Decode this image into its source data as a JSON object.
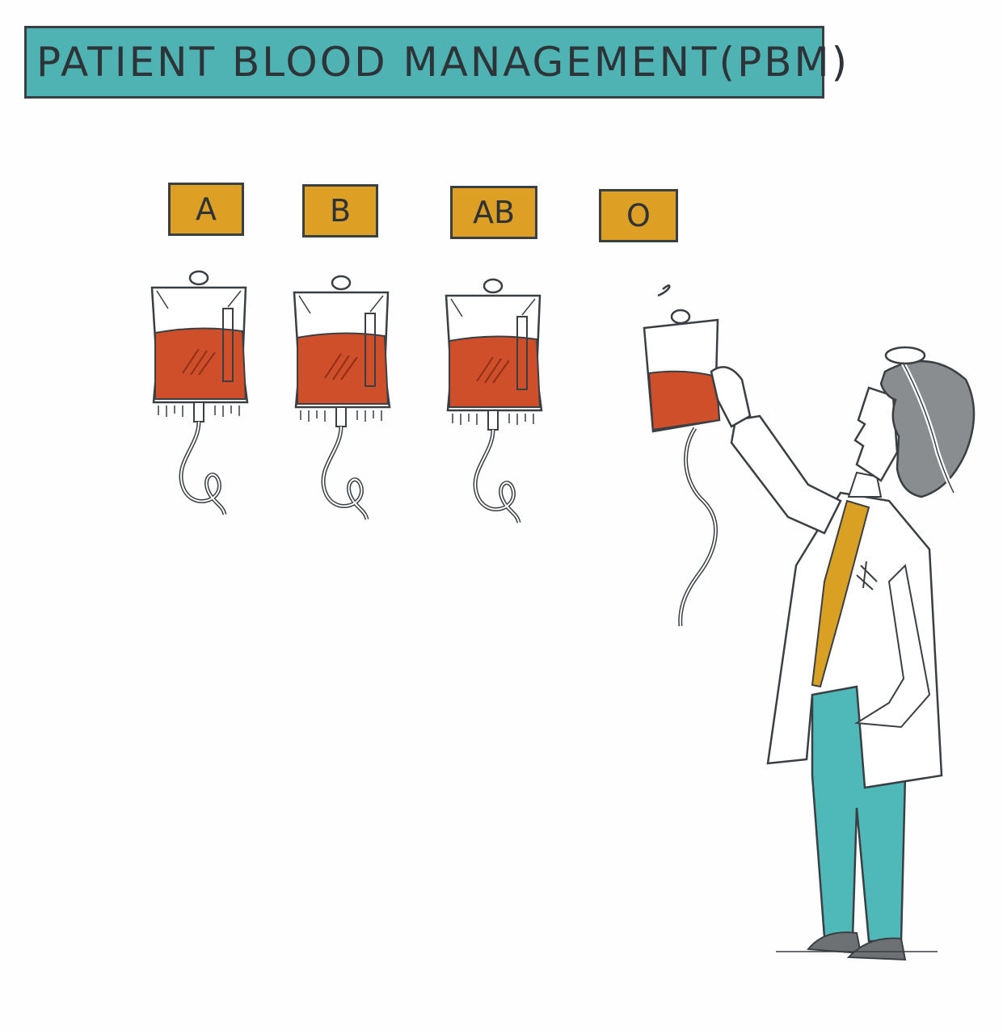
{
  "title": "PATIENT BLOOD MANAGEMENT(PBM)",
  "blood_types": [
    {
      "label": "A"
    },
    {
      "label": "B"
    },
    {
      "label": "AB"
    },
    {
      "label": "O"
    }
  ],
  "colors": {
    "banner": "#4fb3b3",
    "label": "#dea024",
    "blood": "#cf4f2a",
    "pants": "#4fb8b8",
    "shirt": "#d9a023",
    "hair": "#8a8d8f",
    "shoes": "#6e7173",
    "outline": "#3a3f44"
  }
}
